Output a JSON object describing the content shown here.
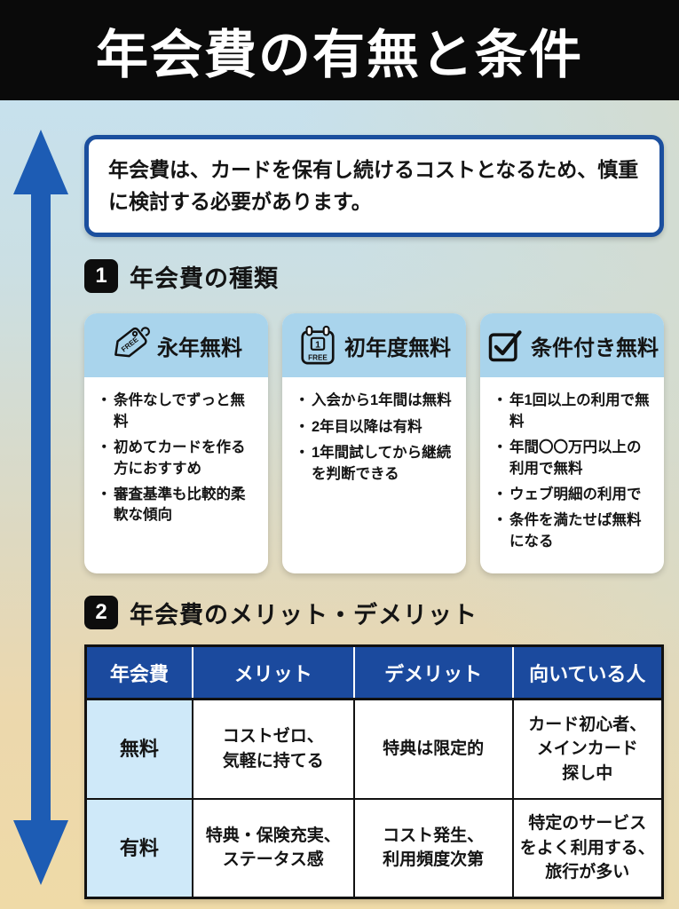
{
  "header": {
    "title": "年会費の有無と条件"
  },
  "intro": {
    "text": "年会費は、カードを保有し続けるコストとなるため、慎重に検討する必要があります。"
  },
  "section1": {
    "number": "1",
    "title": "年会費の種類",
    "cards": [
      {
        "icon": "price-tag-free-icon",
        "icon_label": "FREE",
        "title": "永年無料",
        "bullets": [
          "条件なしでずっと無料",
          "初めてカードを作る方におすすめ",
          "審査基準も比較的柔軟な傾向"
        ]
      },
      {
        "icon": "calendar-first-year-icon",
        "icon_day": "1",
        "icon_label": "FREE",
        "title": "初年度無料",
        "bullets": [
          "入会から1年間は無料",
          "2年目以降は有料",
          "1年間試してから継続を判断できる"
        ]
      },
      {
        "icon": "checkbox-check-icon",
        "title": "条件付き無料",
        "bullets": [
          "年1回以上の利用で無料",
          "年間〇〇万円以上の利用で無料",
          "ウェブ明細の利用で",
          "条件を満たせば無料になる"
        ]
      }
    ]
  },
  "section2": {
    "number": "2",
    "title": "年会費のメリット・デメリット",
    "table": {
      "headers": [
        "年会費",
        "メリット",
        "デメリット",
        "向いている人"
      ],
      "rows": [
        {
          "label": "無料",
          "cells": [
            "コストゼロ、\n気軽に持てる",
            "特典は限定的",
            "カード初心者、\nメインカード\n探し中"
          ]
        },
        {
          "label": "有料",
          "cells": [
            "特典・保険充実、\nステータス感",
            "コスト発生、\n利用頻度次第",
            "特定のサービス\nをよく利用する、\n旅行が多い"
          ]
        }
      ]
    }
  },
  "colors": {
    "title_bar_bg": "#0a0a0a",
    "arrow_blue": "#1d5cb4",
    "intro_border_blue": "#1b4f9e",
    "card_head_blue": "#a9d4ec",
    "table_header_blue": "#1b4a9e",
    "table_label_cell_blue": "#cfe9f9",
    "bg_top_blue": "#c4e2f3",
    "bg_bottom_tan": "#efdaa7"
  }
}
